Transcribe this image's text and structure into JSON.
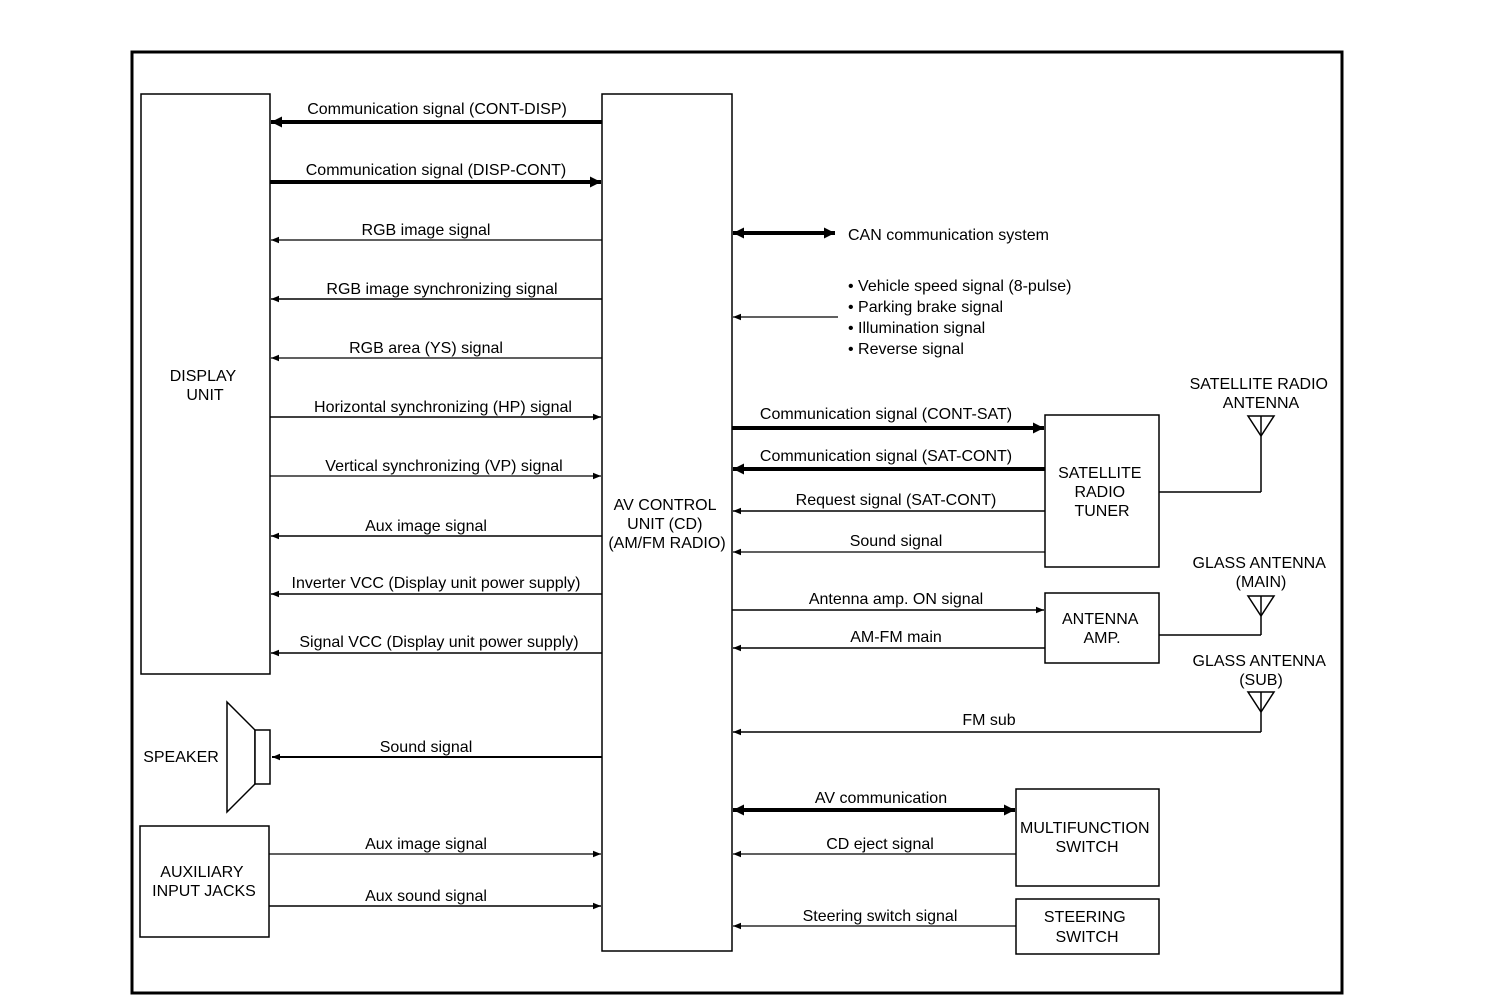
{
  "blocks": {
    "display_unit": [
      "DISPLAY",
      "UNIT"
    ],
    "av_control_unit": [
      "AV CONTROL",
      "UNIT (CD)",
      "(AM/FM RADIO)"
    ],
    "speaker": "SPEAKER",
    "auxiliary_input_jacks": [
      "AUXILIARY",
      "INPUT JACKS"
    ],
    "satellite_radio_tuner": [
      "SATELLITE",
      "RADIO",
      "TUNER"
    ],
    "antenna_amp": [
      "ANTENNA",
      "AMP."
    ],
    "multifunction_switch": [
      "MULTIFUNCTION",
      "SWITCH"
    ],
    "steering_switch": [
      "STEERING",
      "SWITCH"
    ],
    "satellite_radio_antenna": [
      "SATELLITE RADIO",
      "ANTENNA"
    ],
    "glass_antenna_main": [
      "GLASS ANTENNA",
      "(MAIN)"
    ],
    "glass_antenna_sub": [
      "GLASS ANTENNA",
      "(SUB)"
    ]
  },
  "signals": {
    "cont_disp": "Communication signal (CONT-DISP)",
    "disp_cont": "Communication signal (DISP-CONT)",
    "rgb_image": "RGB image signal",
    "rgb_sync": "RGB image synchronizing signal",
    "rgb_area": "RGB area (YS) signal",
    "hp": "Horizontal synchronizing (HP) signal",
    "vp": "Vertical synchronizing (VP) signal",
    "aux_image_display": "Aux image signal",
    "inverter_vcc": "Inverter VCC (Display unit power supply)",
    "signal_vcc": "Signal VCC (Display unit power supply)",
    "sound_speaker": "Sound signal",
    "aux_image_jacks": "Aux image signal",
    "aux_sound": "Aux sound signal",
    "can": "CAN communication system",
    "can_inputs": [
      "• Vehicle speed signal (8-pulse)",
      "• Parking brake signal",
      "• Illumination signal",
      "• Reverse signal"
    ],
    "cont_sat": "Communication signal (CONT-SAT)",
    "sat_cont": "Communication signal (SAT-CONT)",
    "request": "Request signal (SAT-CONT)",
    "sound_sat": "Sound signal",
    "antenna_amp_on": "Antenna amp. ON signal",
    "am_fm_main": "AM-FM main",
    "fm_sub": "FM sub",
    "av_comm": "AV communication",
    "cd_eject": "CD eject signal",
    "steering_signal": "Steering switch signal"
  }
}
